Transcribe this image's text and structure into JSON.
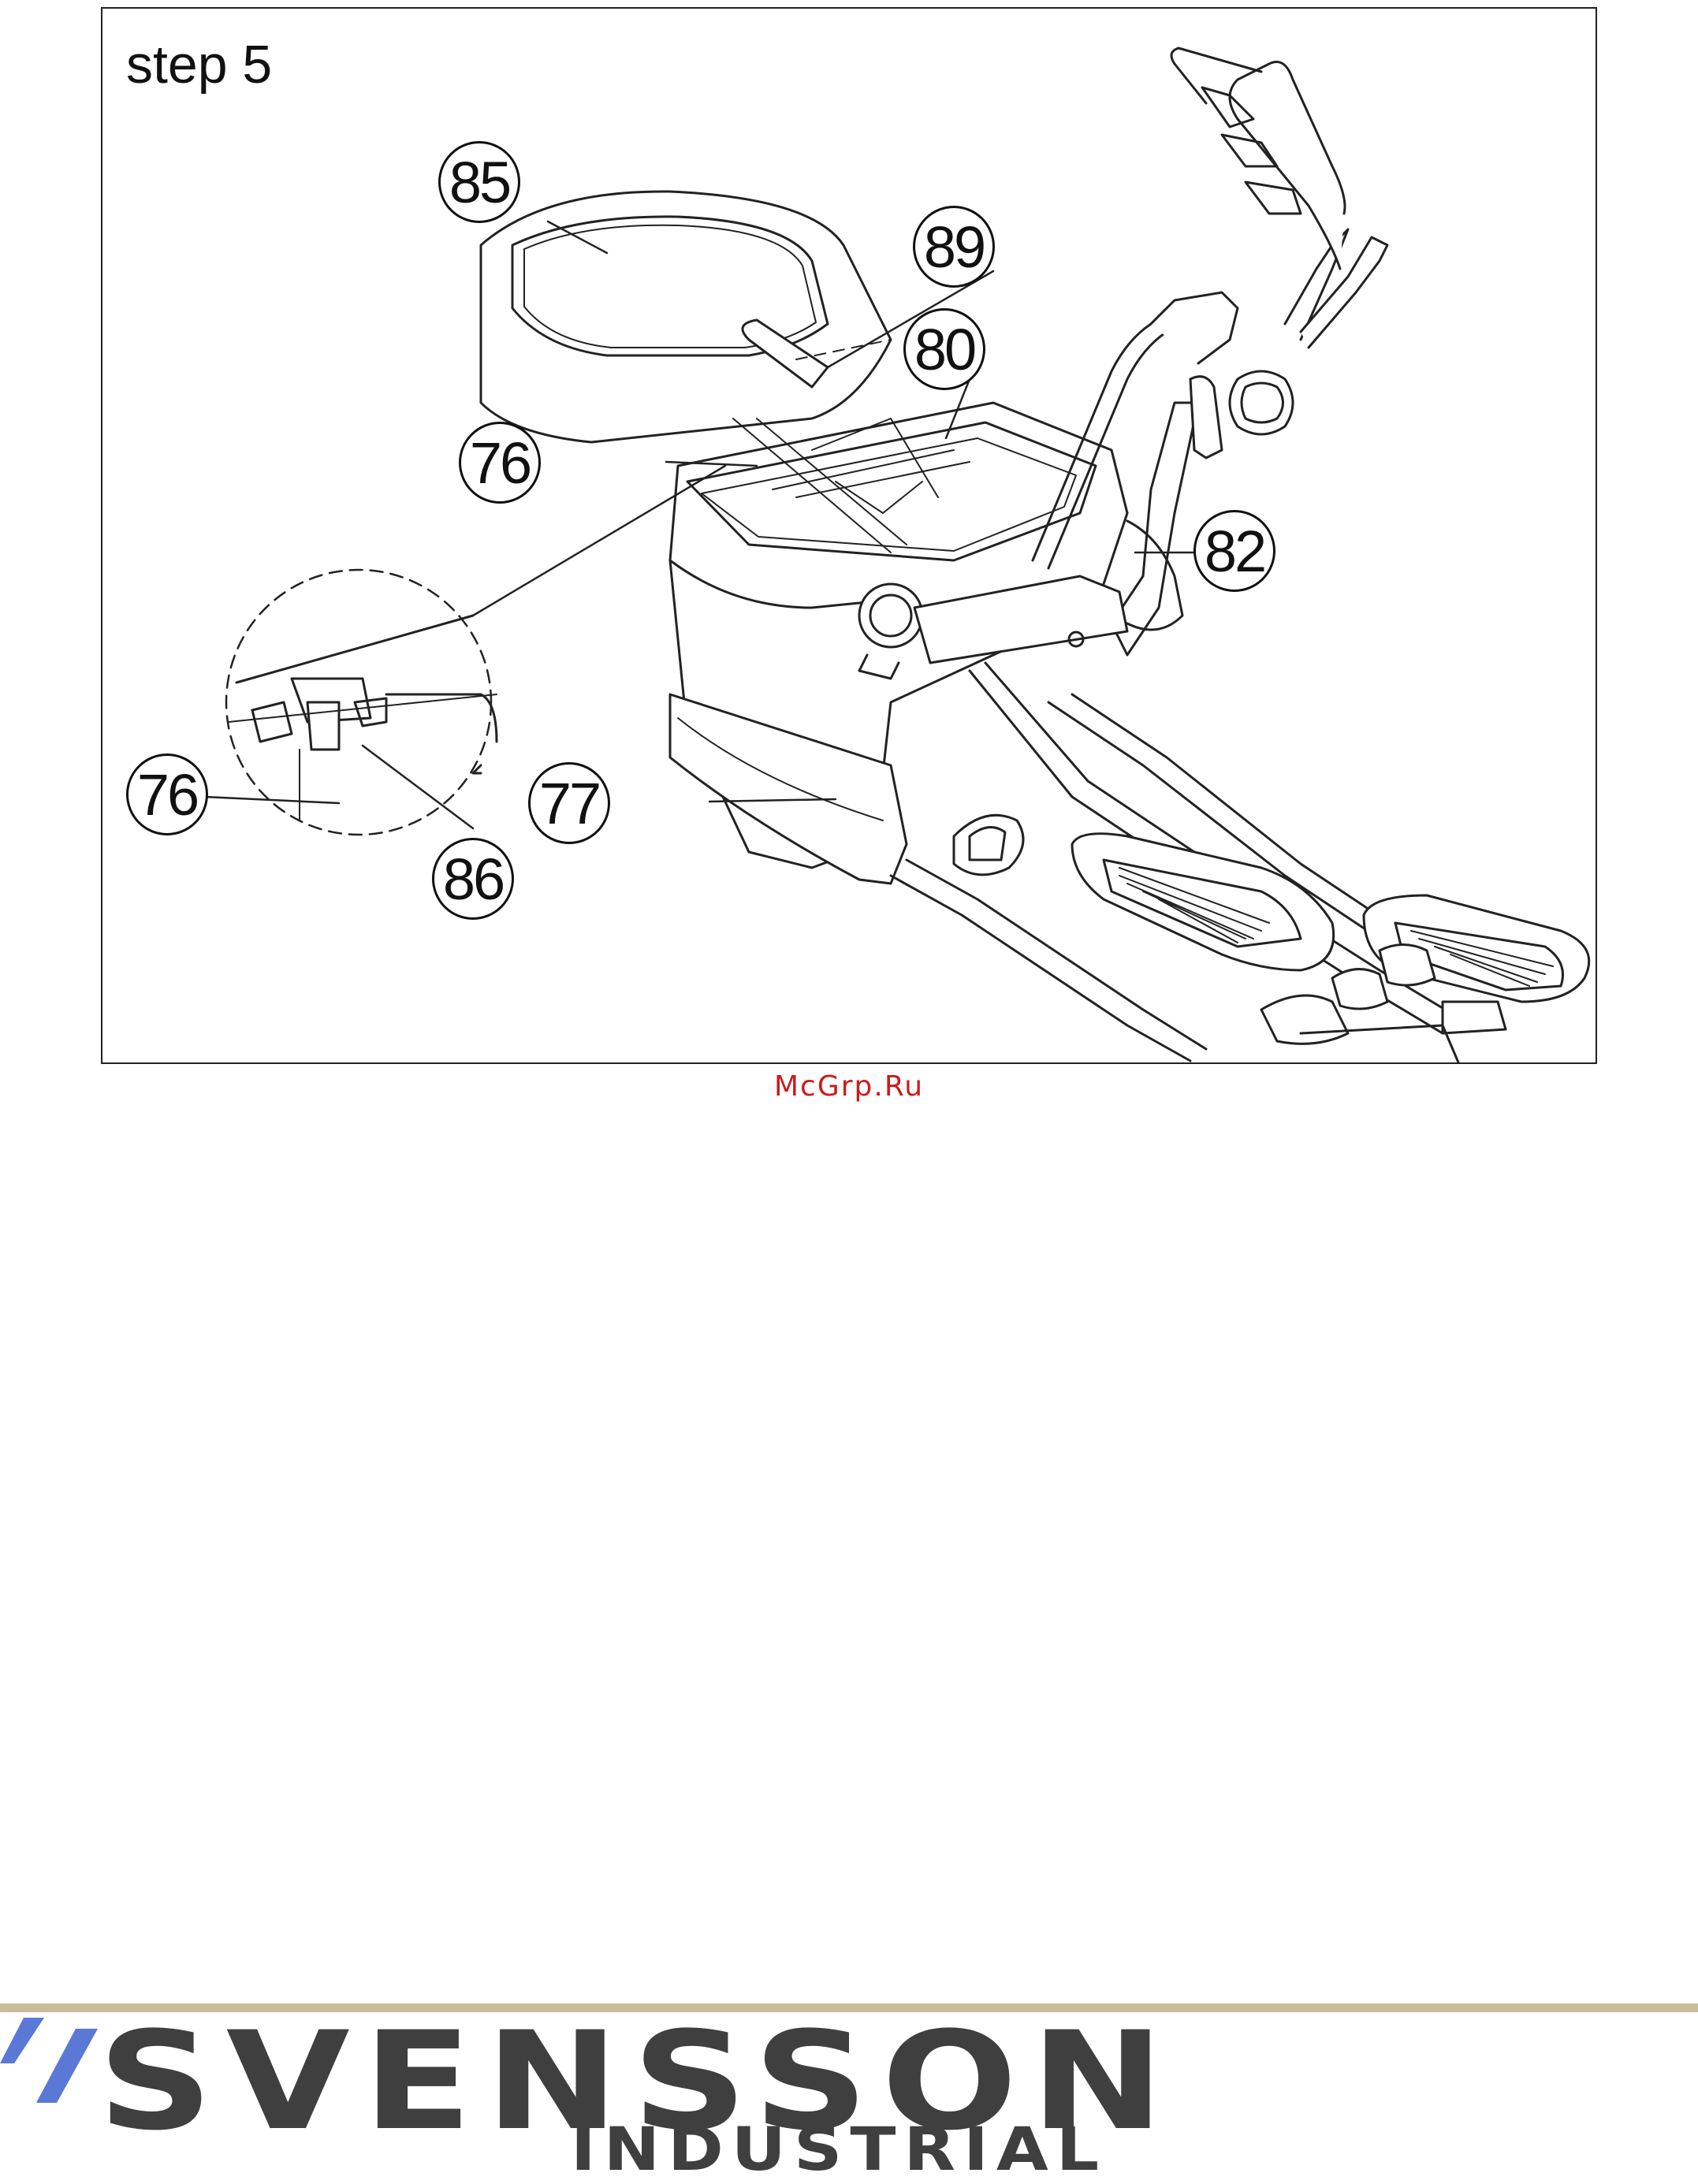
{
  "figure": {
    "step_title": "step 5",
    "callouts": {
      "c85": "85",
      "c89": "89",
      "c80": "80",
      "c76_main": "76",
      "c82": "82",
      "c76_detail": "76",
      "c77": "77",
      "c86": "86"
    }
  },
  "watermark": "McGrp.Ru",
  "footer": {
    "brand_name": "SVENSSON",
    "brand_sub": "INDUSTRIAL",
    "rule_color": "#c9bd98",
    "slash_color": "#5b78d6",
    "text_color": "#3f3f3f"
  }
}
